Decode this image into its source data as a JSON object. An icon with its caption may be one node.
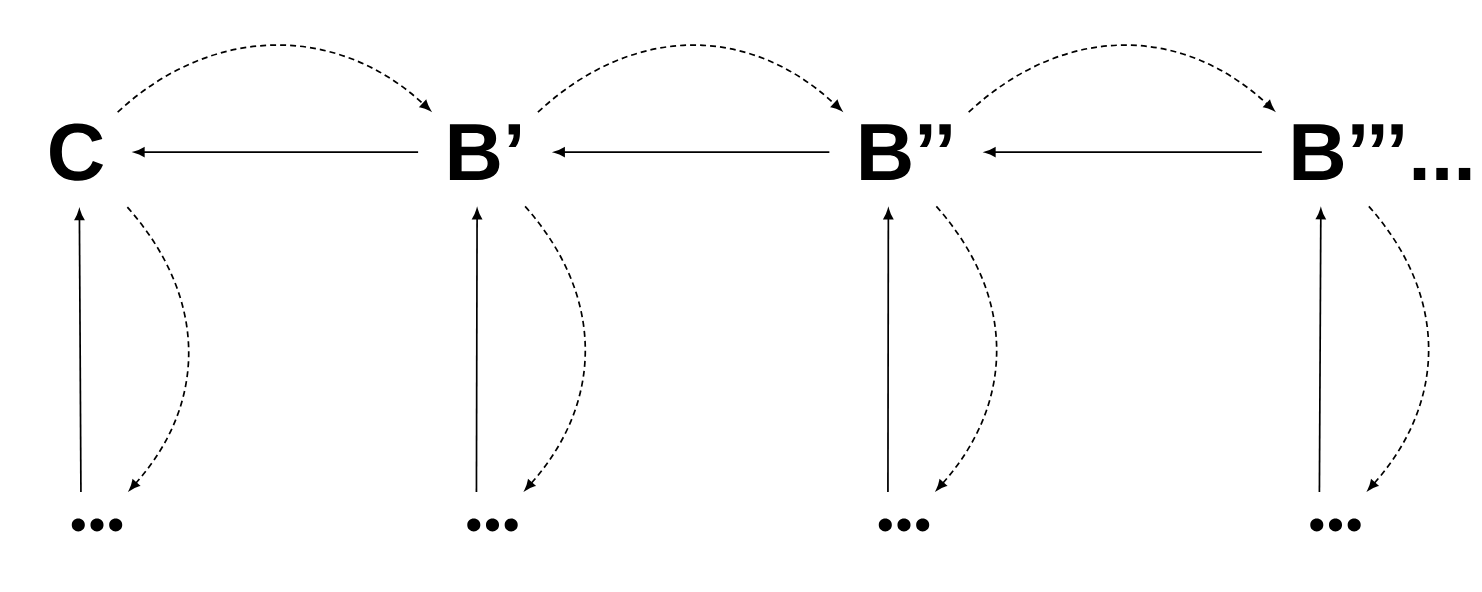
{
  "diagram": {
    "nodes": [
      {
        "text": [
          "C"
        ]
      },
      {
        "text": [
          "B’"
        ]
      },
      {
        "text": [
          "B’’"
        ]
      },
      {
        "text": [
          "B’’’..."
        ]
      },
      {
        "text": [
          "•••"
        ]
      },
      {
        "text": [
          "•••"
        ]
      },
      {
        "text": [
          "•••"
        ]
      },
      {
        "text": [
          "•••"
        ]
      }
    ],
    "edges": [
      {
        "from": 1,
        "to": 0,
        "arrow": "to"
      },
      {
        "from": 0,
        "to": 1,
        "arrow": "to",
        "style": "dashed"
      },
      {
        "from": 2,
        "to": 1,
        "arrow": "to"
      },
      {
        "from": 1,
        "to": 2,
        "arrow": "to",
        "style": "dashed"
      },
      {
        "from": 3,
        "to": 2,
        "arrow": "to"
      },
      {
        "from": 2,
        "to": 3,
        "arrow": "to",
        "style": "dashed"
      },
      {
        "from": 4,
        "to": 0,
        "arrow": "to"
      },
      {
        "from": 0,
        "to": 4,
        "arrow": "to",
        "style": "dashed"
      },
      {
        "from": 5,
        "to": 1,
        "arrow": "to"
      },
      {
        "from": 1,
        "to": 5,
        "arrow": "to",
        "style": "dashed"
      },
      {
        "from": 6,
        "to": 2,
        "arrow": "to"
      },
      {
        "from": 2,
        "to": 6,
        "arrow": "to",
        "style": "dashed"
      },
      {
        "from": 7,
        "to": 3,
        "arrow": "to"
      },
      {
        "from": 3,
        "to": 7,
        "arrow": "to",
        "style": "dashed"
      }
    ]
  }
}
